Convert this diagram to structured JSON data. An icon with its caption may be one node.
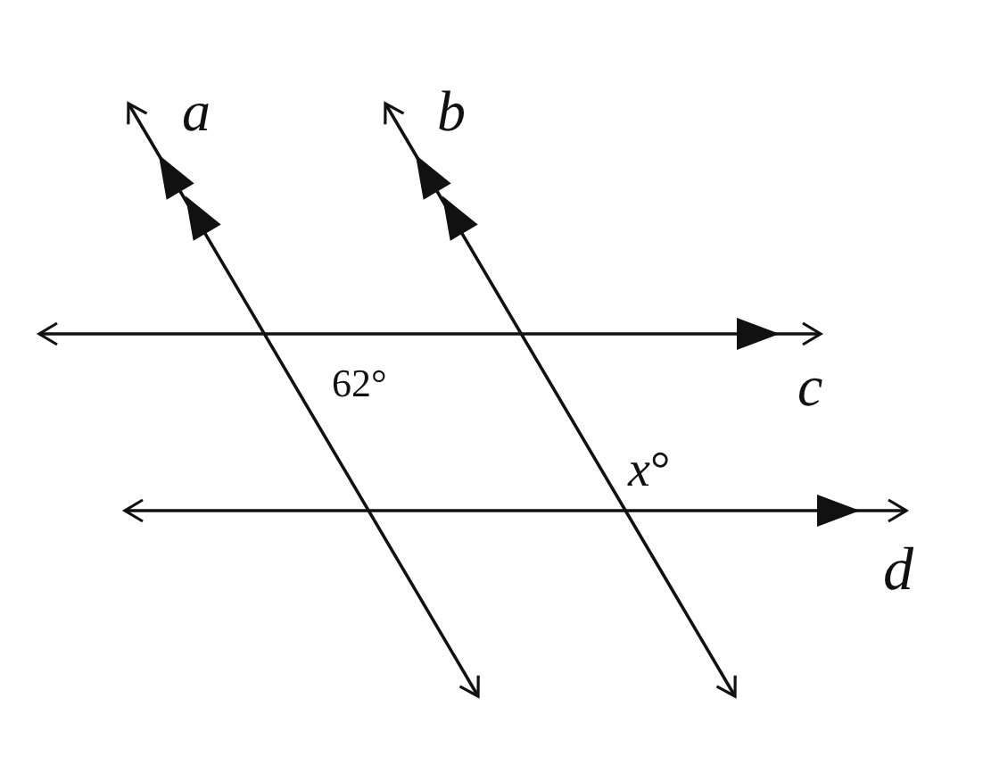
{
  "diagram": {
    "labels": [
      "a",
      "b",
      "62°",
      "c",
      "*x*°",
      "d"
    ]
  }
}
